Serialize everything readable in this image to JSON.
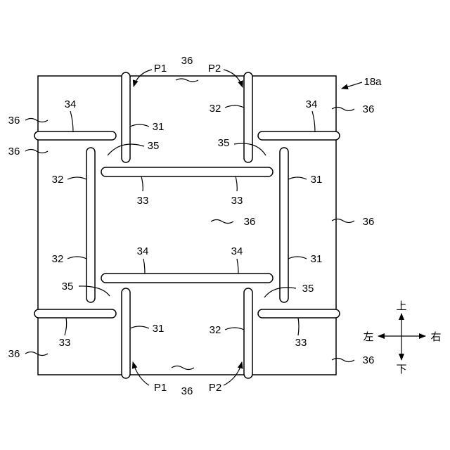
{
  "figure": {
    "figure_ref": "18a",
    "labels": {
      "l31": "31",
      "l32": "32",
      "l33": "33",
      "l34": "34",
      "l35": "35",
      "l36": "36",
      "p1": "P1",
      "p2": "P2"
    },
    "compass": {
      "up": "上",
      "down": "下",
      "left": "左",
      "right": "右"
    }
  }
}
